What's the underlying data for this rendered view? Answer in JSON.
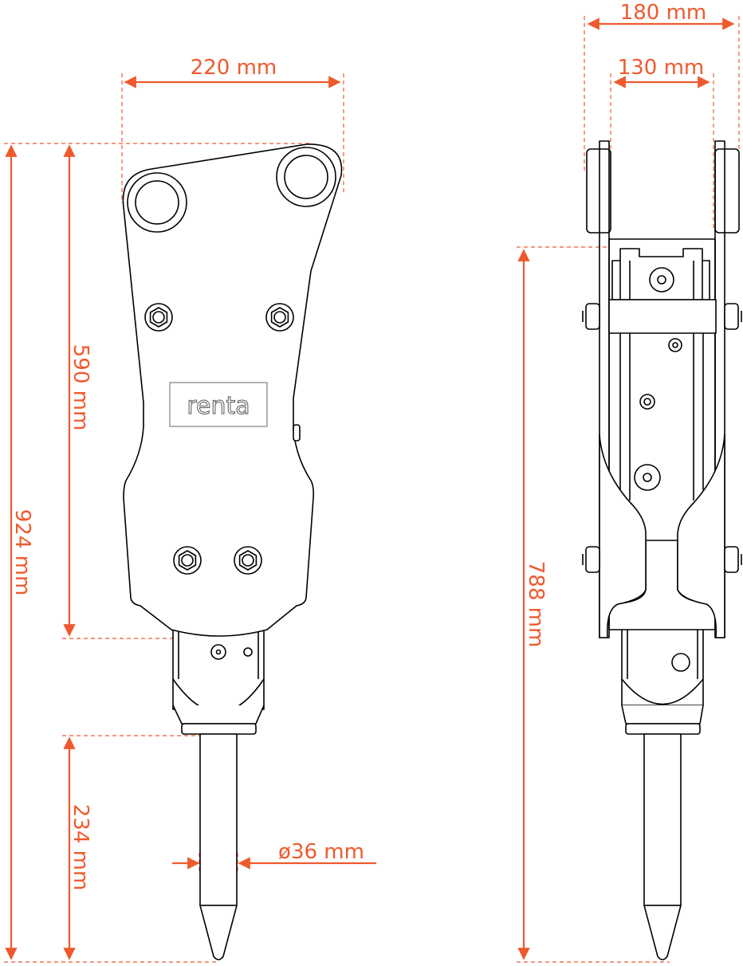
{
  "colors": {
    "dimension": "#ee5a2e",
    "outline": "#000000"
  },
  "logo": "renta",
  "front_view": {
    "width_label": "220 mm",
    "total_height_label": "924 mm",
    "body_height_label": "590 mm",
    "tool_length_label": "234 mm",
    "tool_diameter_label": "ø36 mm"
  },
  "side_view": {
    "outer_width_label": "180 mm",
    "inner_width_label": "130 mm",
    "height_label": "788 mm"
  }
}
